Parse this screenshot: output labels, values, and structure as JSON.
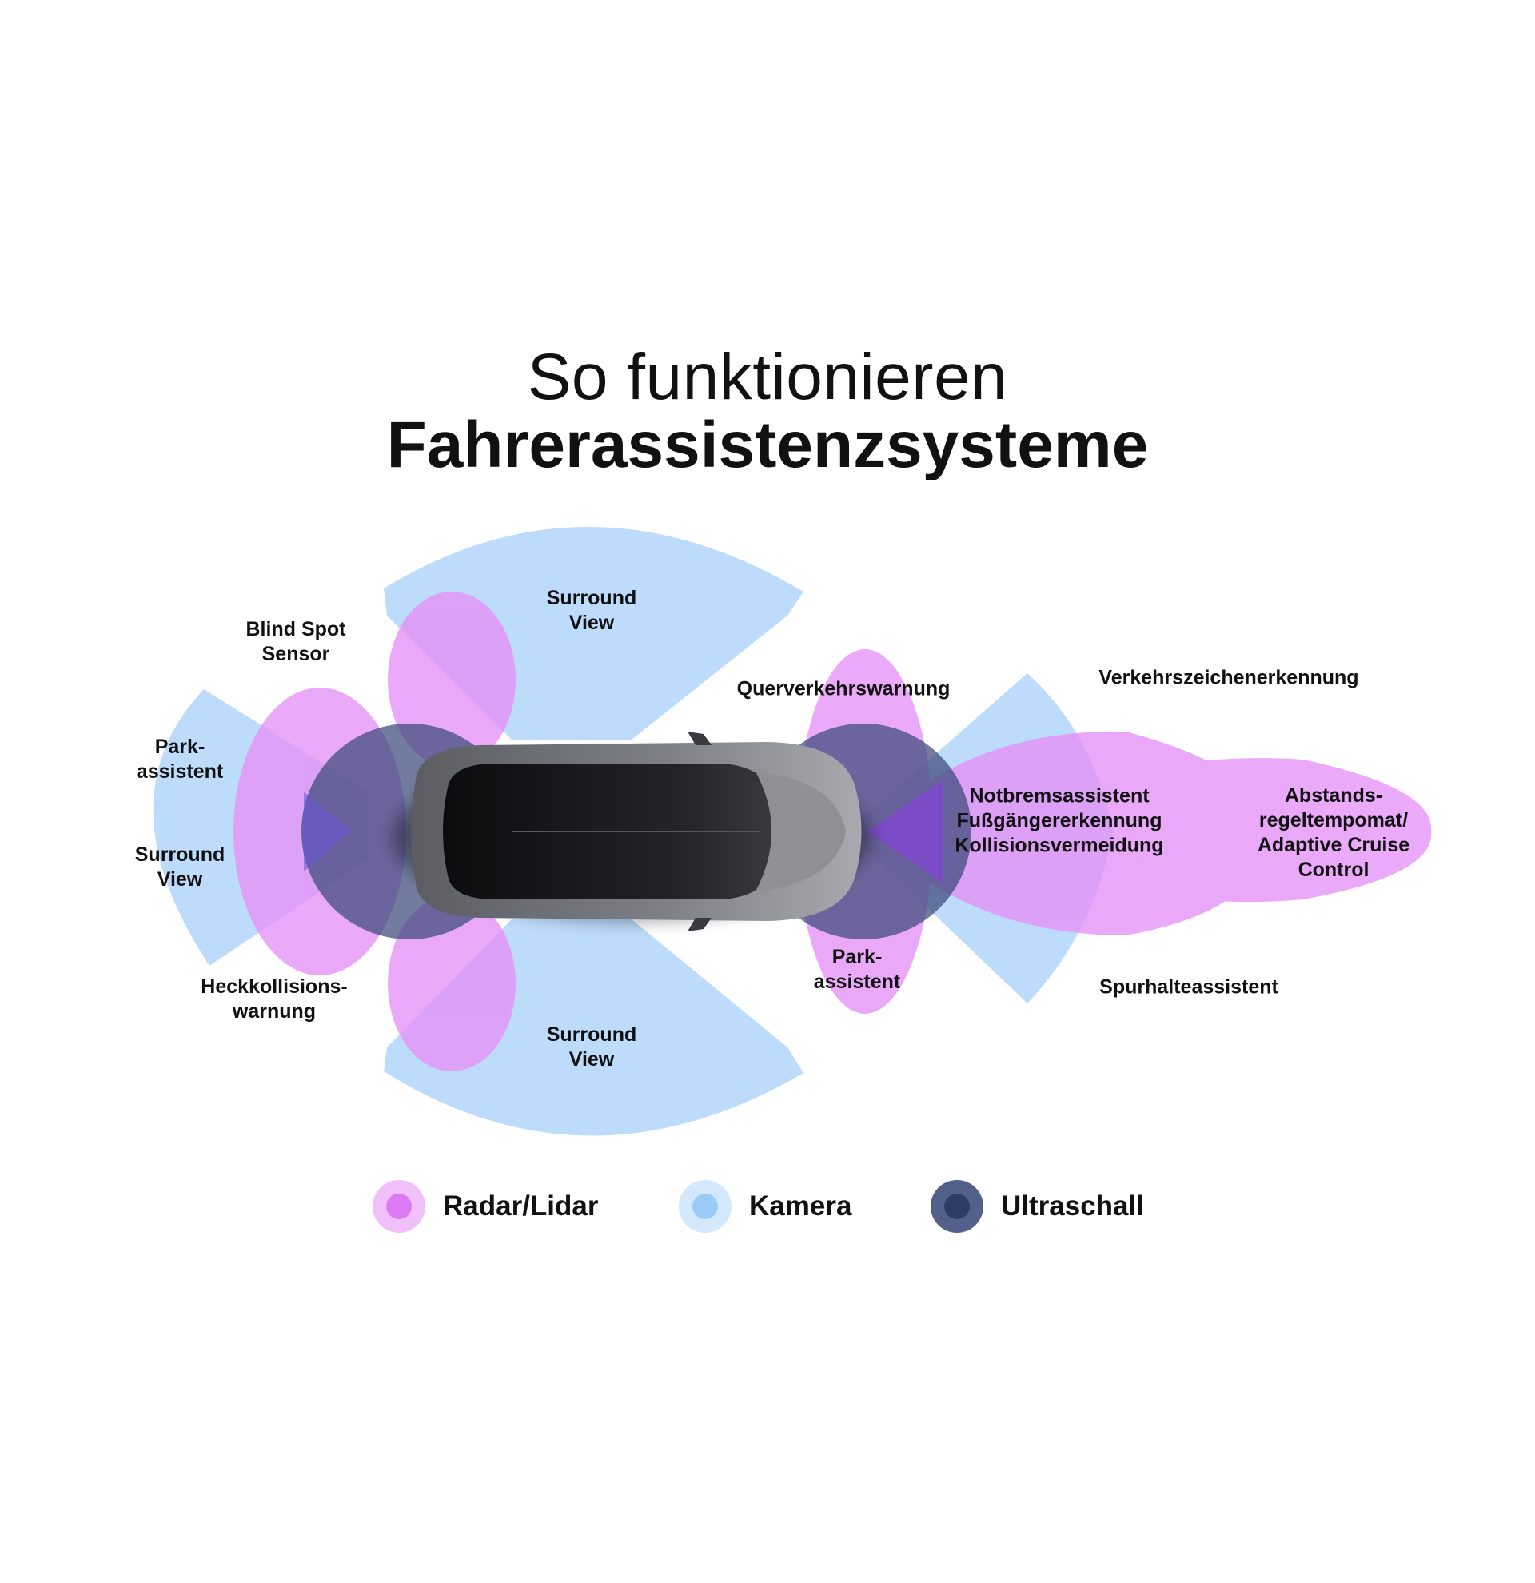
{
  "title": {
    "line1": "So funktionieren",
    "line2": "Fahrerassistenzsysteme"
  },
  "colors": {
    "radar": "#e592f7",
    "camera": "#b7d8fb",
    "ultrasonic": "#3b4a78",
    "radar_inner": "#de7af5",
    "camera_inner": "#9ccbfa",
    "ultrasonic_inner": "#2e3d66"
  },
  "labels": {
    "blind_spot": "Blind Spot\nSensor",
    "park_rear": "Park-\nassistent",
    "surround_rear": "Surround\nView",
    "rear_collision": "Heckkollisions-\nwarnung",
    "surround_top": "Surround\nView",
    "surround_bottom": "Surround\nView",
    "cross_traffic": "Querverkehrswarnung",
    "traffic_sign": "Verkehrszeichenerkennung",
    "emergency": "Notbremsassistent\nFußgängererkennung\nKollisionsvermeidung",
    "acc": "Abstands-\nregeltempomat/\nAdaptive Cruise\nControl",
    "park_front": "Park-\nassistent",
    "lane_keep": "Spurhalteassistent"
  },
  "legend": [
    {
      "key": "radar",
      "label": "Radar/Lidar"
    },
    {
      "key": "camera",
      "label": "Kamera"
    },
    {
      "key": "ultrasonic",
      "label": "Ultraschall"
    }
  ]
}
